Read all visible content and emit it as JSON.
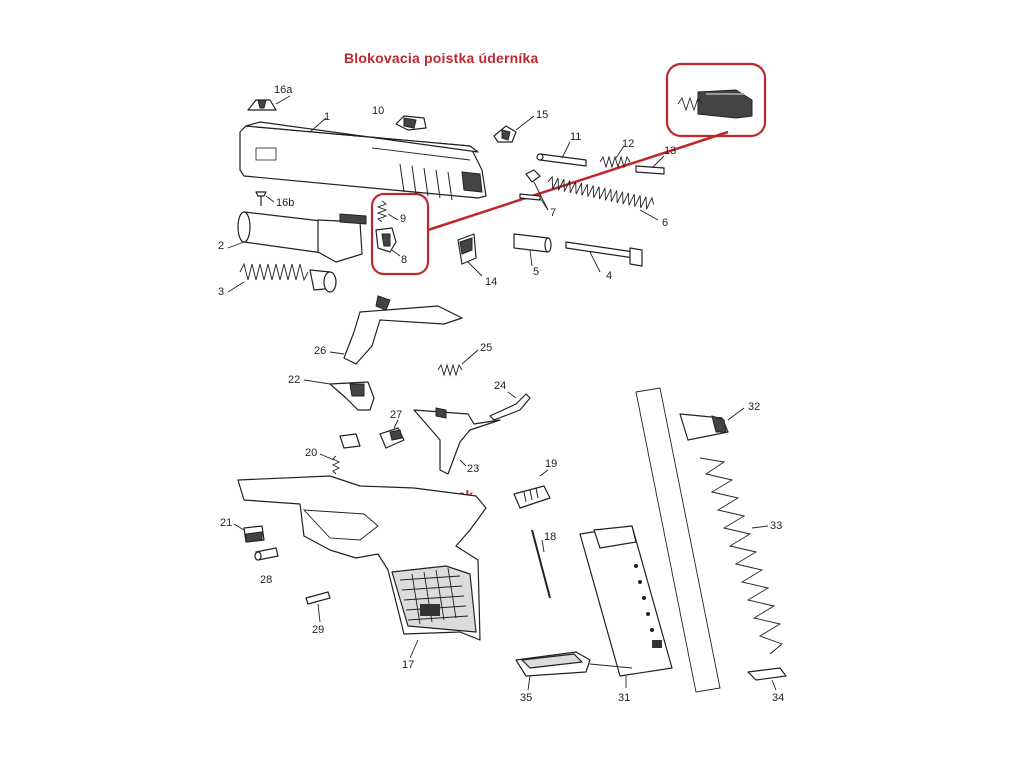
{
  "title": "Blokovacia poistka úderníka",
  "watermark": "www.hermes.sk",
  "part_numbers": [
    "16a",
    "1",
    "10",
    "15",
    "11",
    "12",
    "13",
    "16b",
    "9",
    "8",
    "7",
    "6",
    "2",
    "14",
    "5",
    "4",
    "3",
    "26",
    "25",
    "22",
    "24",
    "27",
    "32",
    "20",
    "23",
    "19",
    "33",
    "21",
    "18",
    "28",
    "29",
    "17",
    "35",
    "31",
    "34"
  ],
  "highlight_color": "#c0272d"
}
